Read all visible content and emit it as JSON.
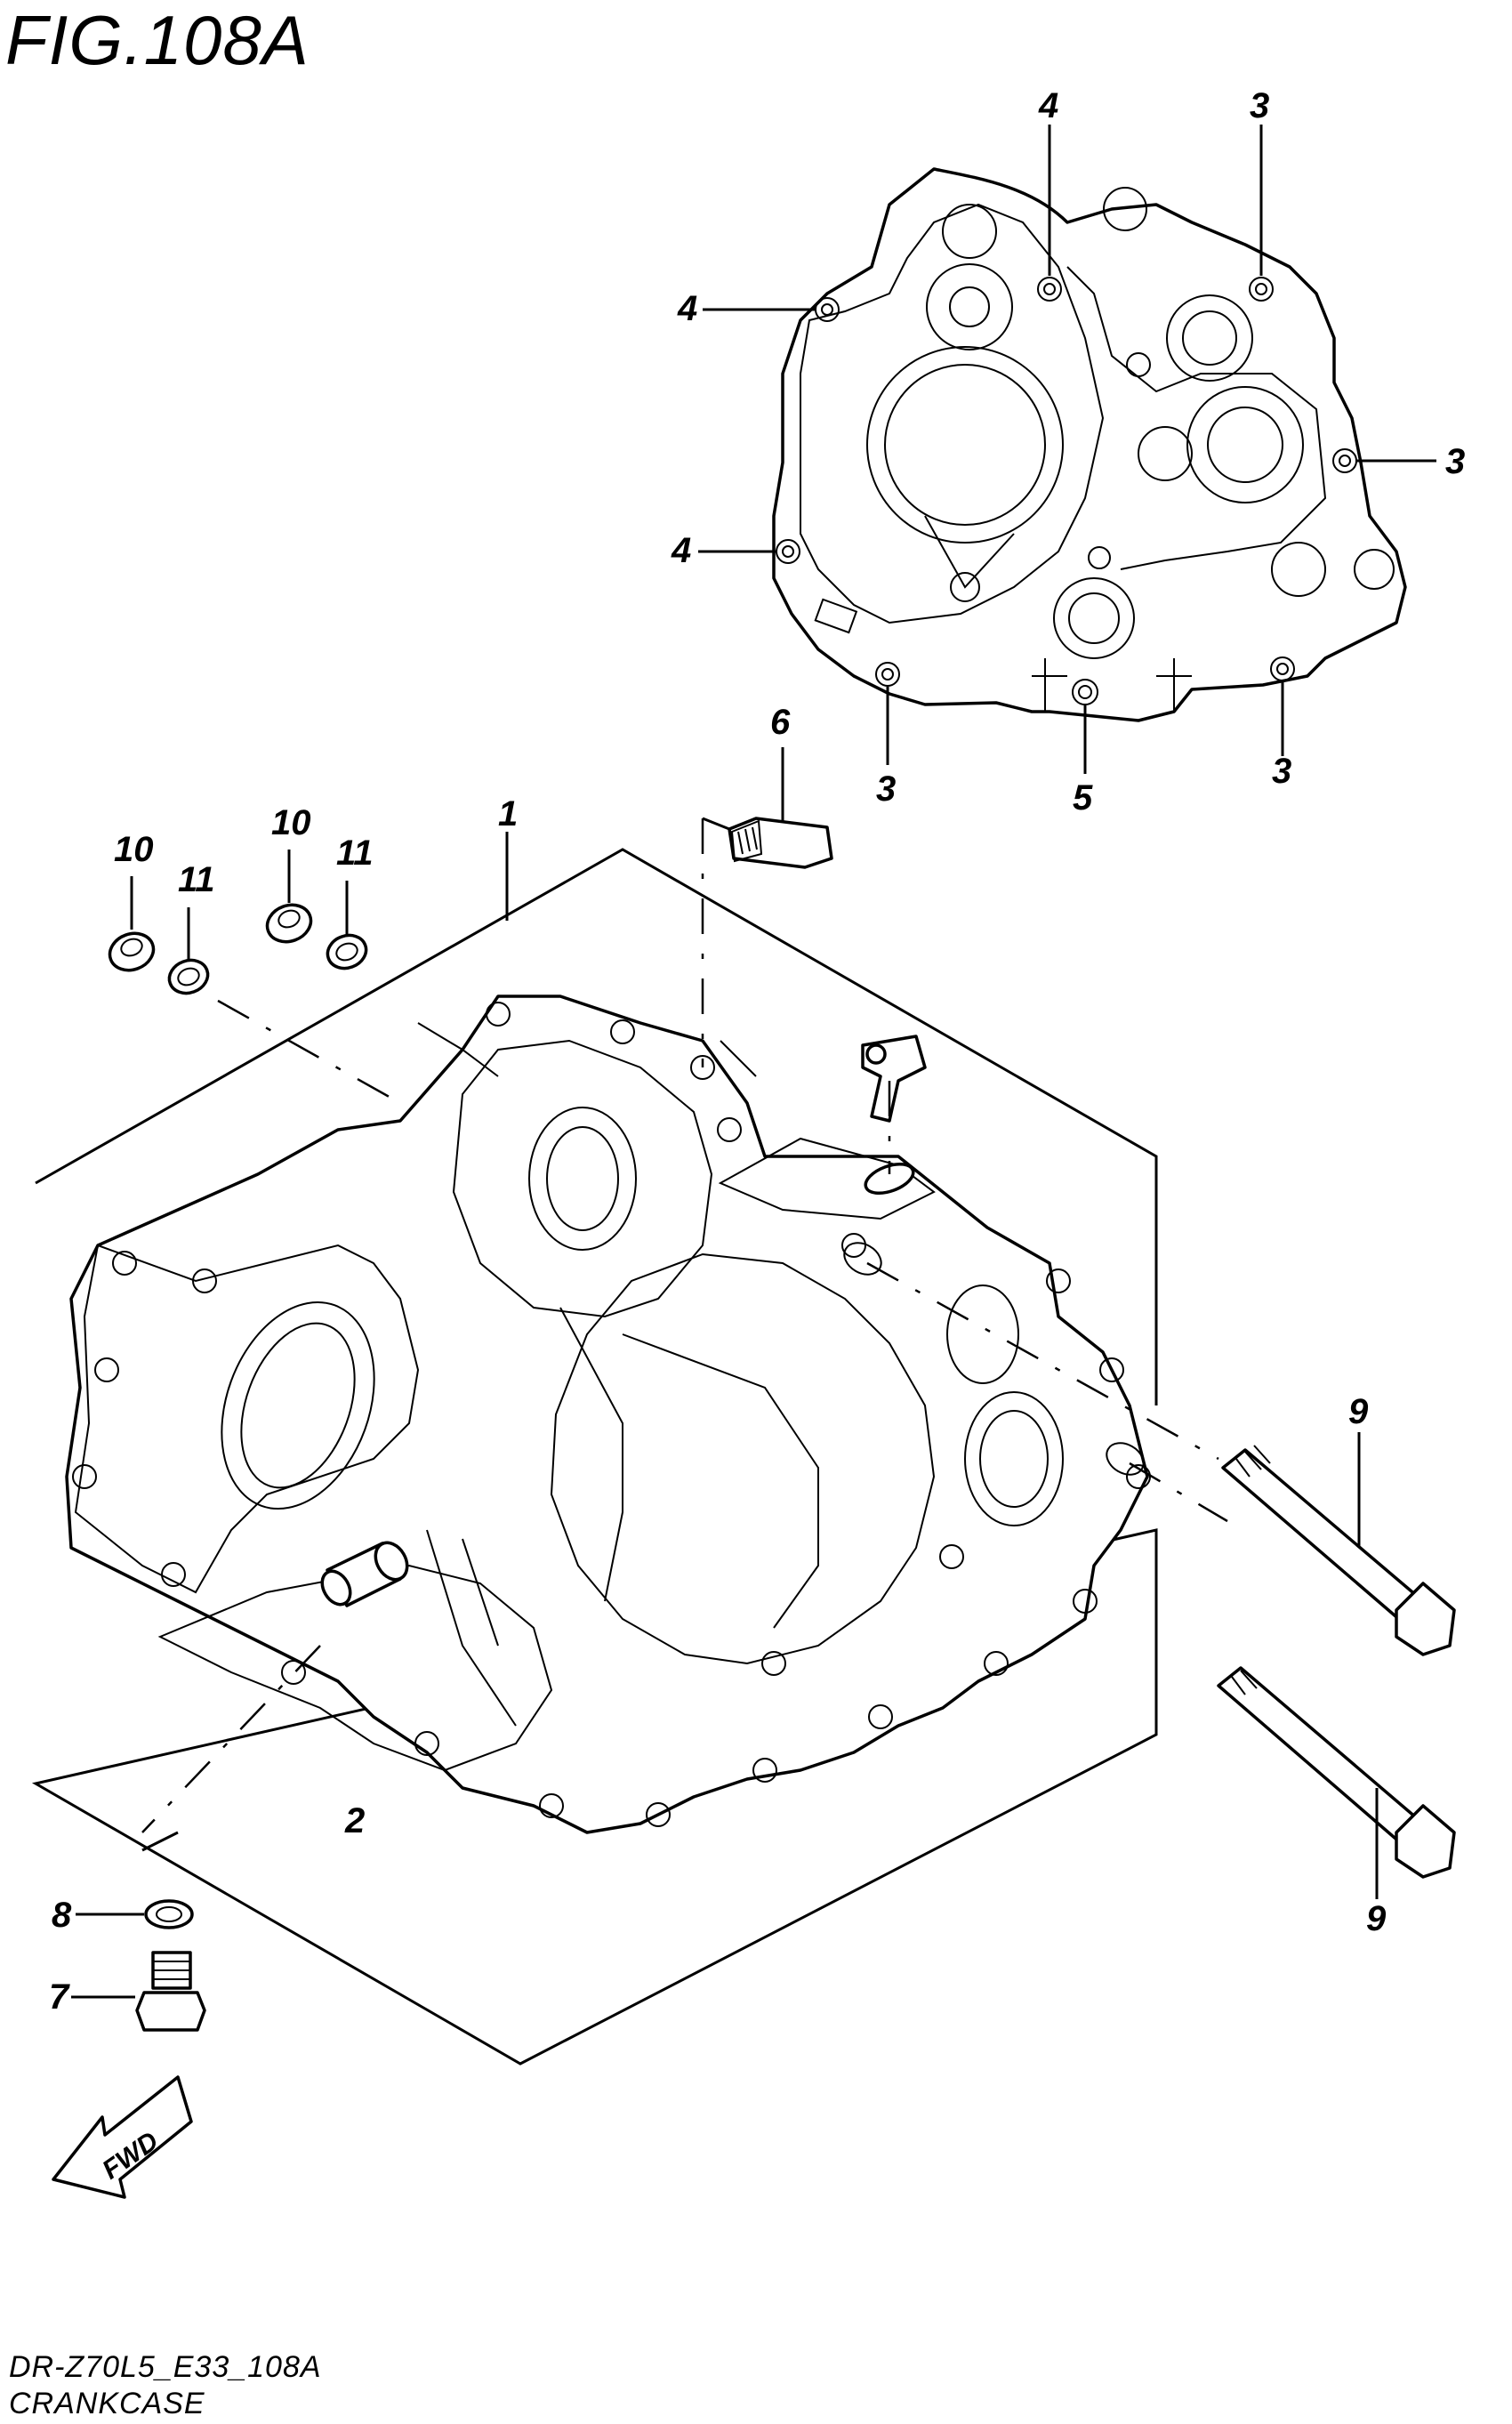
{
  "figure": {
    "title": "FIG.108A",
    "model_code": "DR-Z70L5_E33_108A",
    "section_name": "CRANKCASE"
  },
  "callouts": [
    {
      "id": "c-4a",
      "label": "4"
    },
    {
      "id": "c-3a",
      "label": "3"
    },
    {
      "id": "c-4b",
      "label": "4"
    },
    {
      "id": "c-3b",
      "label": "3"
    },
    {
      "id": "c-4c",
      "label": "4"
    },
    {
      "id": "c-3c",
      "label": "3"
    },
    {
      "id": "c-5",
      "label": "5"
    },
    {
      "id": "c-3d",
      "label": "3"
    },
    {
      "id": "c-6",
      "label": "6"
    },
    {
      "id": "c-1",
      "label": "1"
    },
    {
      "id": "c-10a",
      "label": "10"
    },
    {
      "id": "c-11a",
      "label": "11"
    },
    {
      "id": "c-10b",
      "label": "10"
    },
    {
      "id": "c-11b",
      "label": "11"
    },
    {
      "id": "c-9a",
      "label": "9"
    },
    {
      "id": "c-9b",
      "label": "9"
    },
    {
      "id": "c-2",
      "label": "2"
    },
    {
      "id": "c-8",
      "label": "8"
    },
    {
      "id": "c-7",
      "label": "7"
    }
  ],
  "fwd_arrow": {
    "label": "FWD",
    "icon": "forward-arrow-icon"
  }
}
